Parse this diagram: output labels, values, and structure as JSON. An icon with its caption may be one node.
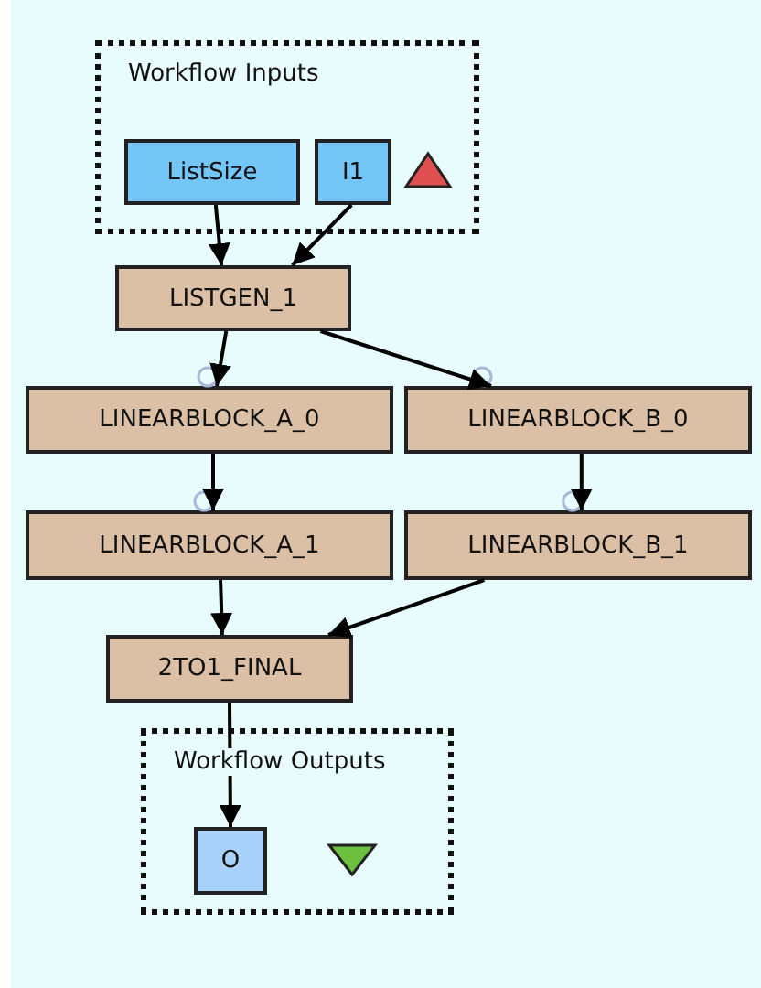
{
  "diagram": {
    "nodes": [
      {
        "text": [
          "Workflow Inputs"
        ]
      },
      {
        "text": [
          "ListSize"
        ],
        "in": 0
      },
      {
        "text": [
          "I1"
        ],
        "in": 0
      },
      {
        "text": [
          "LISTGEN_1"
        ]
      },
      {
        "text": [
          "LINEARBLOCK_A_0"
        ]
      },
      {
        "text": [
          "LINEARBLOCK_B_0"
        ]
      },
      {
        "text": [
          "LINEARBLOCK_A_1"
        ]
      },
      {
        "text": [
          "LINEARBLOCK_B_1"
        ]
      },
      {
        "text": [
          "2TO1_FINAL"
        ]
      },
      {
        "text": [
          "Workflow Outputs"
        ]
      },
      {
        "text": [
          "O"
        ],
        "in": 9
      }
    ],
    "edges": [
      {
        "from": 1,
        "to": 3,
        "arrow": "to"
      },
      {
        "from": 2,
        "to": 3,
        "arrow": "to"
      },
      {
        "from": 3,
        "to": 4,
        "arrow": "to"
      },
      {
        "from": 3,
        "to": 5,
        "arrow": "to"
      },
      {
        "from": 4,
        "to": 6,
        "arrow": "to"
      },
      {
        "from": 5,
        "to": 7,
        "arrow": "to"
      },
      {
        "from": 6,
        "to": 8,
        "arrow": "to"
      },
      {
        "from": 7,
        "to": 8,
        "arrow": "to"
      },
      {
        "from": 8,
        "to": 10,
        "arrow": "to"
      }
    ]
  }
}
